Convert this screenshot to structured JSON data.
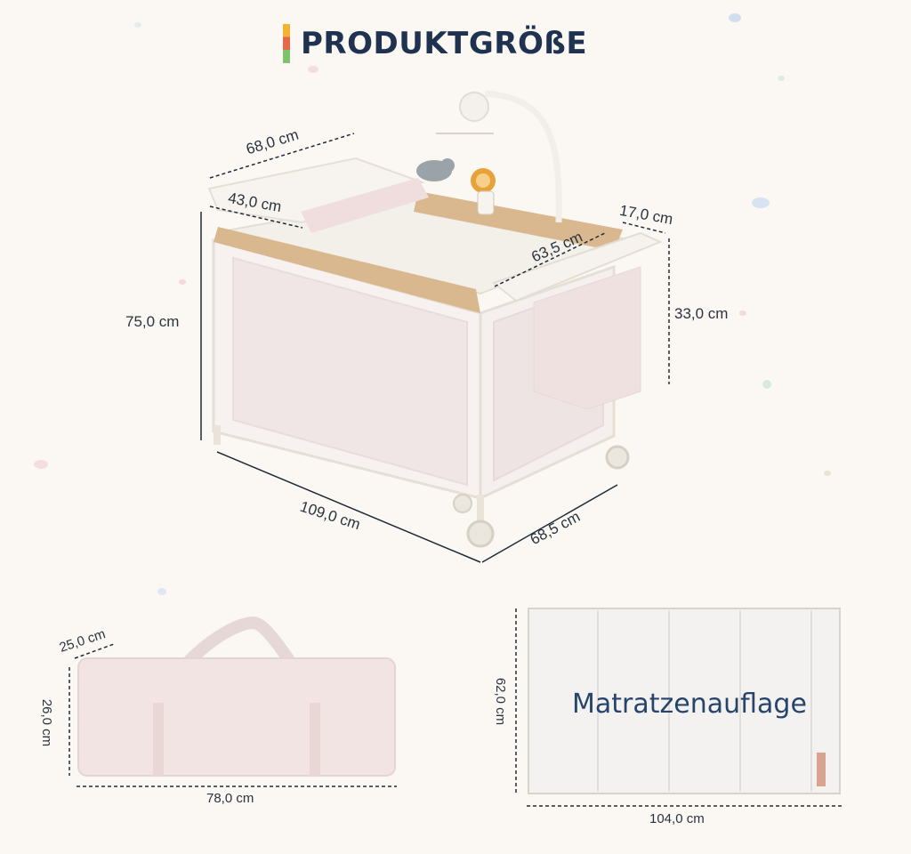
{
  "header": {
    "title": "PRODUKTGRÖßE"
  },
  "crib": {
    "dims": {
      "top_width": "68,0 cm",
      "changer_width": "43,0 cm",
      "organizer_width": "17,0 cm",
      "inner_length": "63,5 cm",
      "height": "75,0 cm",
      "side_height": "33,0 cm",
      "length": "109,0 cm",
      "depth": "68,5 cm"
    }
  },
  "bag": {
    "dims": {
      "depth": "25,0 cm",
      "height": "26,0 cm",
      "width": "78,0 cm"
    }
  },
  "mattress": {
    "label": "Matratzenauflage",
    "dims": {
      "height": "62,0 cm",
      "width": "104,0 cm"
    }
  },
  "colors": {
    "title": "#1f3350",
    "accent_tan": "#d9b88f",
    "mesh": "#f1e6e6",
    "frame": "#f4f1ec"
  }
}
